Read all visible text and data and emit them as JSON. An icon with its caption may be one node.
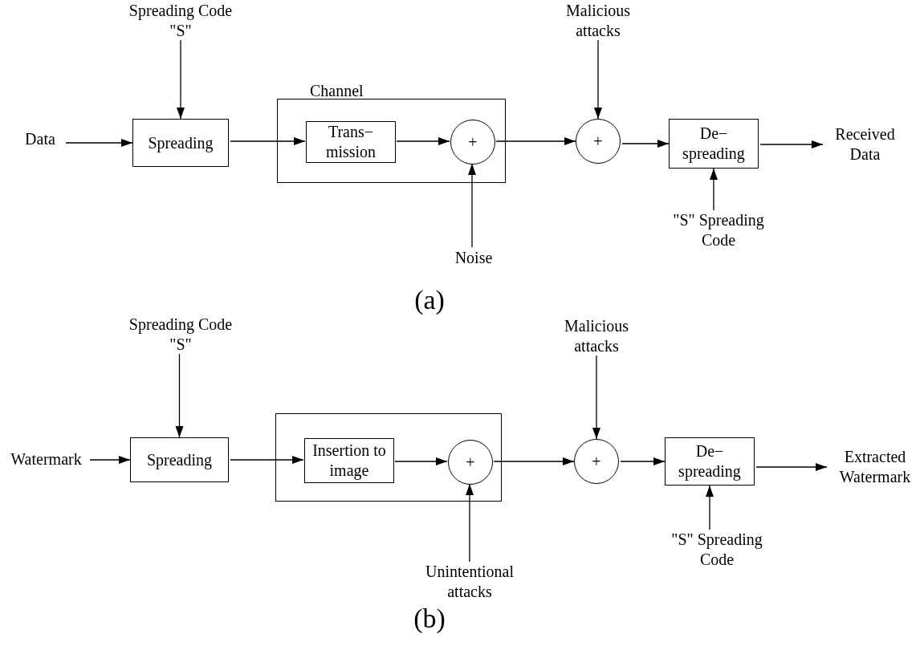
{
  "diagram": {
    "nodes": [
      {
        "text": [
          "Data"
        ]
      },
      {
        "text": [
          "Spreading Code \"S\""
        ]
      },
      {
        "text": [
          "Spreading"
        ]
      },
      {
        "text": [
          "Channel"
        ]
      },
      {
        "text": [
          "Trans− mission"
        ],
        "in": 3
      },
      {
        "text": [
          "+"
        ],
        "in": 3
      },
      {
        "text": [
          "Malicious attacks"
        ]
      },
      {
        "text": [
          "+"
        ]
      },
      {
        "text": [
          "De− spreading"
        ]
      },
      {
        "text": [
          "Received Data"
        ]
      },
      {
        "text": [
          "Noise"
        ]
      },
      {
        "text": [
          "\"S\" Spreading Code"
        ]
      },
      {
        "text": [
          "Spreading Code \"S\""
        ]
      },
      {
        "text": [
          "Watermark"
        ]
      },
      {
        "text": [
          "Spreading"
        ]
      },
      {
        "text": [],
        "shape": "box"
      },
      {
        "text": [
          "Insertion to image"
        ],
        "in": 15
      },
      {
        "text": [
          "+"
        ],
        "in": 15
      },
      {
        "text": [
          "Malicious attacks"
        ]
      },
      {
        "text": [
          "+"
        ]
      },
      {
        "text": [
          "De− spreading"
        ]
      },
      {
        "text": [
          "Extracted Watermark"
        ]
      },
      {
        "text": [
          "Unintentional attacks"
        ]
      },
      {
        "text": [
          "\"S\" Spreading Code"
        ]
      }
    ],
    "edges": [
      {
        "from": 0,
        "to": 2,
        "arrow": "to"
      },
      {
        "from": 1,
        "to": 2,
        "arrow": "to"
      },
      {
        "from": 2,
        "to": 4,
        "arrow": "to"
      },
      {
        "from": 4,
        "to": 5,
        "arrow": "to"
      },
      {
        "from": 5,
        "to": 7,
        "arrow": "to"
      },
      {
        "from": 6,
        "to": 7,
        "arrow": "to"
      },
      {
        "from": 7,
        "to": 8,
        "arrow": "to"
      },
      {
        "from": 8,
        "to": 9,
        "arrow": "to"
      },
      {
        "from": 10,
        "to": 5,
        "arrow": "to"
      },
      {
        "from": 11,
        "to": 8,
        "arrow": "to"
      },
      {
        "from": 13,
        "to": 14,
        "arrow": "to"
      },
      {
        "from": 12,
        "to": 14,
        "arrow": "to"
      },
      {
        "from": 14,
        "to": 16,
        "arrow": "to"
      },
      {
        "from": 16,
        "to": 17,
        "arrow": "to"
      },
      {
        "from": 17,
        "to": 19,
        "arrow": "to"
      },
      {
        "from": 18,
        "to": 19,
        "arrow": "to"
      },
      {
        "from": 19,
        "to": 20,
        "arrow": "to"
      },
      {
        "from": 20,
        "to": 21,
        "arrow": "to"
      },
      {
        "from": 22,
        "to": 17,
        "arrow": "to"
      },
      {
        "from": 23,
        "to": 20,
        "arrow": "to"
      }
    ],
    "labels": [
      "(a)",
      "(b)"
    ]
  }
}
